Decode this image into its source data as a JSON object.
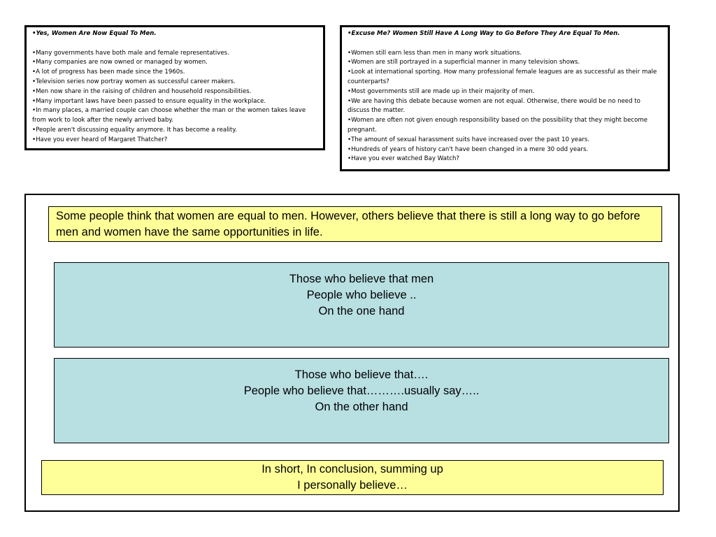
{
  "left_box": {
    "heading": "•Yes, Women Are Now Equal To Men.",
    "items": [
      "•Many governments have both male and female representatives.",
      "•Many companies are now owned or managed by women.",
      "•A lot of progress has been made since the 1960s.",
      "•Television series now portray women as successful career makers.",
      "•Men now share in the raising of children and household responsibilities.",
      "•Many important laws have been passed to ensure equality in the workplace.",
      "•In many places, a married couple can choose whether the man or the women takes leave from work to look after the newly arrived baby.",
      "•People aren't discussing equality anymore. It has become a reality.",
      "•Have you ever heard of Margaret Thatcher?"
    ]
  },
  "right_box": {
    "heading": "•Excuse Me? Women Still Have A Long Way to Go Before They Are Equal To Men.",
    "items": [
      "•Women still earn less than men in many work situations.",
      "•Women are still portrayed in a superficial manner in many television shows.",
      "•Look at international sporting. How many professional female leagues are as successful as their male counterparts?",
      "•Most governments still are made up in their majority of men.",
      "•We are having this debate because women are not equal. Otherwise, there would be no need to discuss the matter.",
      "•Women are often not given enough responsibility based on the possibility that they might become pregnant.",
      "•The amount of sexual harassment suits have increased over the past 10 years.",
      "•Hundreds of years of history can't have been changed in a mere 30 odd years.",
      "•Have you ever watched Bay Watch?"
    ]
  },
  "intro": {
    "text": "Some people think that women are equal to men. However, others believe that there is still a long way to go before men and women have the same opportunities in life."
  },
  "pros_phrases": {
    "lines": [
      "Those who believe that men",
      "People who believe ..",
      "On the one hand"
    ]
  },
  "cons_phrases": {
    "lines": [
      "Those who believe that….",
      "People who believe that……….usually say…..",
      "On the other hand"
    ]
  },
  "conclusion": {
    "lines": [
      "In short, In conclusion, summing up",
      "I personally believe…"
    ]
  },
  "colors": {
    "yellow_box": "#ffff9a",
    "teal_box": "#b8dfe2",
    "border": "#000000"
  }
}
